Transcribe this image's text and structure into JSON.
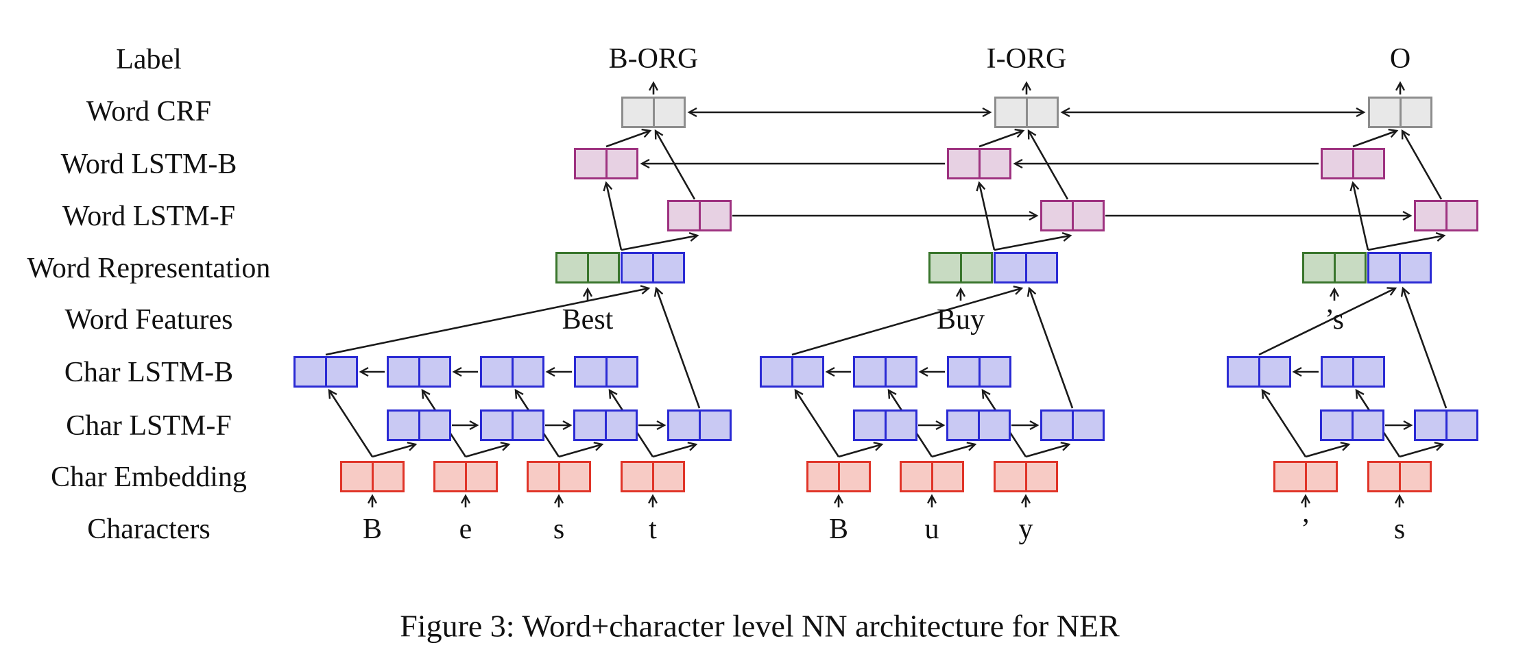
{
  "figure": {
    "caption": "Figure 3: Word+character level NN architecture for NER",
    "row_labels": [
      "Label",
      "Word CRF",
      "Word LSTM-B",
      "Word LSTM-F",
      "Word Representation",
      "Word Features",
      "Char LSTM-B",
      "Char LSTM-F",
      "Char Embedding",
      "Characters"
    ],
    "columns": [
      {
        "label": "B-ORG",
        "word": "Best",
        "chars": [
          "B",
          "e",
          "s",
          "t"
        ]
      },
      {
        "label": "I-ORG",
        "word": "Buy",
        "chars": [
          "B",
          "u",
          "y"
        ]
      },
      {
        "label": "O",
        "word": "’s",
        "chars": [
          "’",
          "s"
        ]
      }
    ],
    "colors": {
      "char_embedding_fill": "#f7cbc5",
      "char_embedding_border": "#e03428",
      "char_lstm_fill": "#c9c9f3",
      "char_lstm_border": "#2a2ad4",
      "word_features_fill": "#c8dbc2",
      "word_features_border": "#39752c",
      "word_lstm_fill": "#e7d1e3",
      "word_lstm_border": "#9e3280",
      "crf_fill": "#e8e8e8",
      "crf_border": "#8d8d8d",
      "arrow": "#1a1a1a"
    }
  }
}
